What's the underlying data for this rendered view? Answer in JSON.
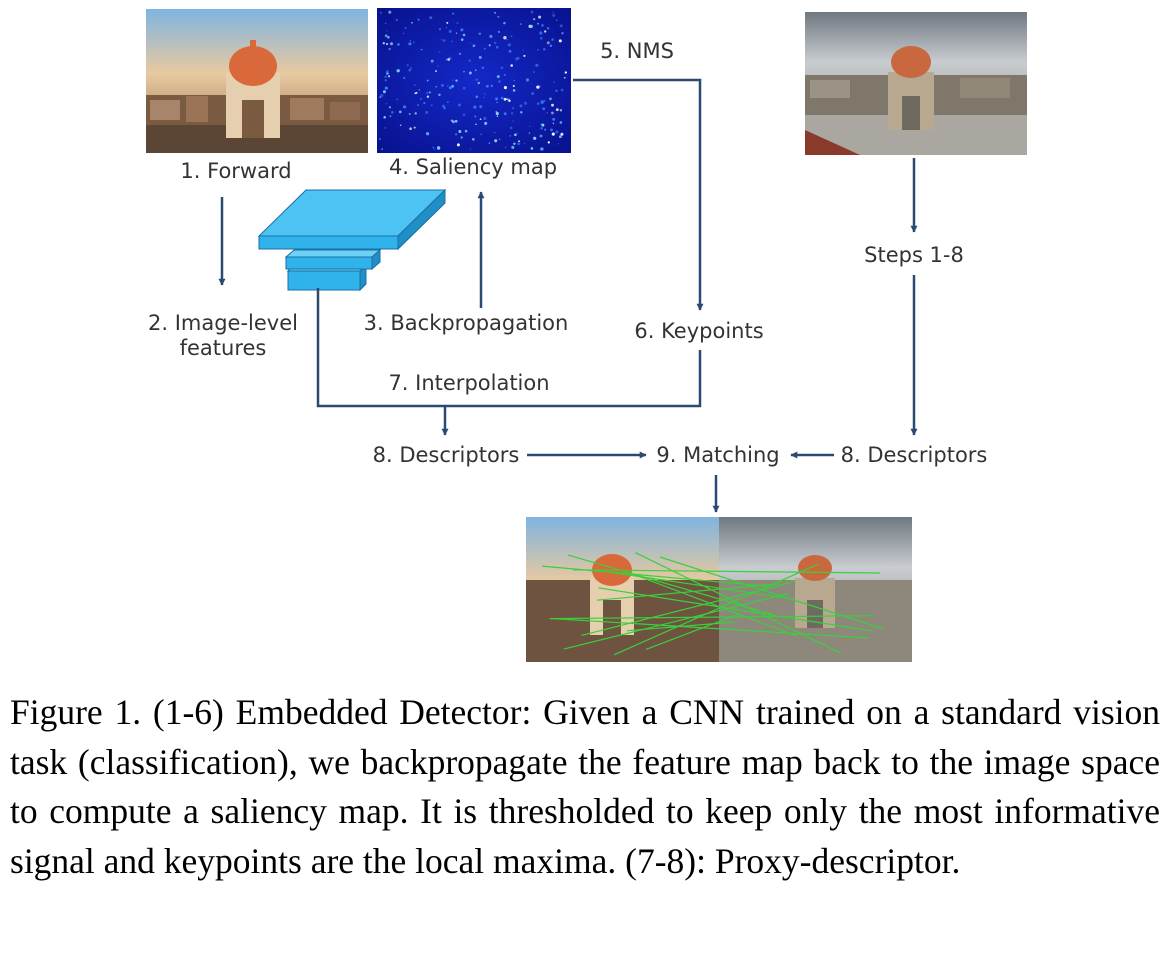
{
  "labels": {
    "forward": "1. Forward",
    "image_level_line1": "2. Image-level",
    "image_level_line2": "features",
    "backprop": "3. Backpropagation",
    "saliency": "4. Saliency map",
    "nms": "5. NMS",
    "keypoints": "6. Keypoints",
    "interpolation": "7. Interpolation",
    "descriptors_left": "8. Descriptors",
    "matching": "9. Matching",
    "descriptors_right": "8. Descriptors",
    "steps": "Steps 1-8"
  },
  "caption": "Figure 1. (1-6) Embedded Detector: Given a CNN trained on a standard vision task (classification), we backpropagate the feature map back to the image space to compute a saliency map. It is thresholded to keep only the most informative signal and keypoints are the local maxima. (7-8): Proxy-descriptor.",
  "colors": {
    "arrow": "#2b4a73",
    "cnn_fill": "#2fb3ea",
    "cnn_stroke": "#1a6fa6",
    "saliency_bg": "#0a1aa8",
    "match_line": "#3ccf3c",
    "text": "#333333"
  }
}
